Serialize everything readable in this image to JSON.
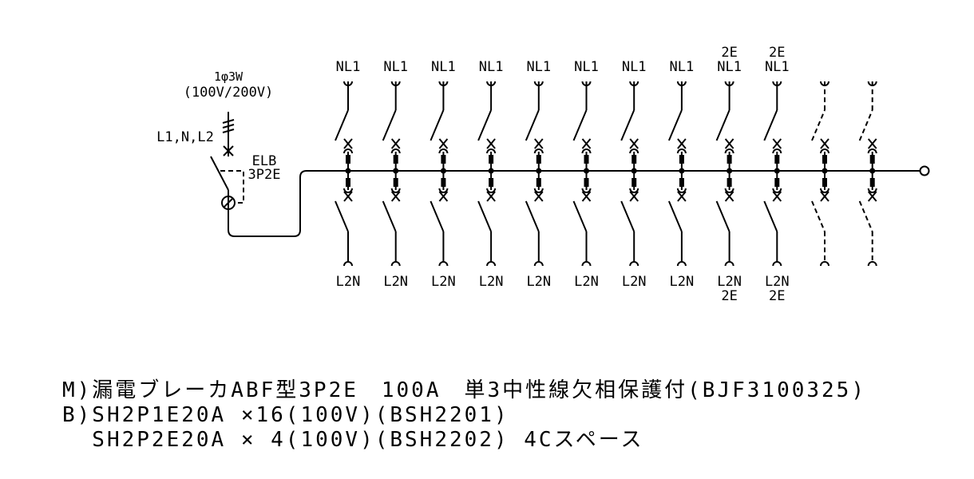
{
  "main_breaker": {
    "supply": "1φ3W",
    "voltage": "(100V/200V)",
    "phases": "L1,N,L2",
    "type": "ELB",
    "poles": "3P2E"
  },
  "branches": [
    {
      "top": "NL1",
      "bottom": "L2N",
      "top_extra": "",
      "bottom_extra": "",
      "spare": false
    },
    {
      "top": "NL1",
      "bottom": "L2N",
      "top_extra": "",
      "bottom_extra": "",
      "spare": false
    },
    {
      "top": "NL1",
      "bottom": "L2N",
      "top_extra": "",
      "bottom_extra": "",
      "spare": false
    },
    {
      "top": "NL1",
      "bottom": "L2N",
      "top_extra": "",
      "bottom_extra": "",
      "spare": false
    },
    {
      "top": "NL1",
      "bottom": "L2N",
      "top_extra": "",
      "bottom_extra": "",
      "spare": false
    },
    {
      "top": "NL1",
      "bottom": "L2N",
      "top_extra": "",
      "bottom_extra": "",
      "spare": false
    },
    {
      "top": "NL1",
      "bottom": "L2N",
      "top_extra": "",
      "bottom_extra": "",
      "spare": false
    },
    {
      "top": "NL1",
      "bottom": "L2N",
      "top_extra": "",
      "bottom_extra": "",
      "spare": false
    },
    {
      "top": "NL1",
      "bottom": "L2N",
      "top_extra": "2E",
      "bottom_extra": "2E",
      "spare": false
    },
    {
      "top": "NL1",
      "bottom": "L2N",
      "top_extra": "2E",
      "bottom_extra": "2E",
      "spare": false
    },
    {
      "top": "",
      "bottom": "",
      "top_extra": "",
      "bottom_extra": "",
      "spare": true
    },
    {
      "top": "",
      "bottom": "",
      "top_extra": "",
      "bottom_extra": "",
      "spare": true
    }
  ],
  "notes": {
    "line1": "M)漏電ブレーカABF型3P2E　100A　単3中性線欠相保護付(BJF3100325)",
    "line2": "B)SH2P1E20A ×16(100V)(BSH2201)",
    "line3": "  SH2P2E20A × 4(100V)(BSH2202) 4Cスペース"
  }
}
